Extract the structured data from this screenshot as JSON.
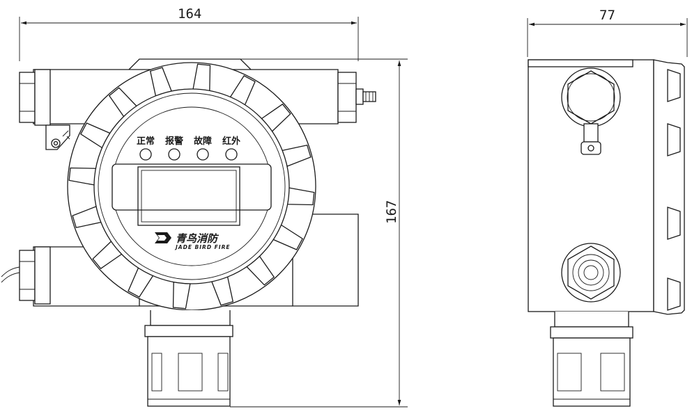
{
  "dimensions": {
    "front_width": "164",
    "side_width": "77",
    "height": "167"
  },
  "indicators": [
    {
      "label": "正常"
    },
    {
      "label": "报警"
    },
    {
      "label": "故障"
    },
    {
      "label": "红外"
    }
  ],
  "brand": {
    "name_cn": "青鸟消防",
    "name_en": "JADE BIRD FIRE"
  },
  "colors": {
    "line": "#1a1a1a",
    "background": "#ffffff"
  }
}
